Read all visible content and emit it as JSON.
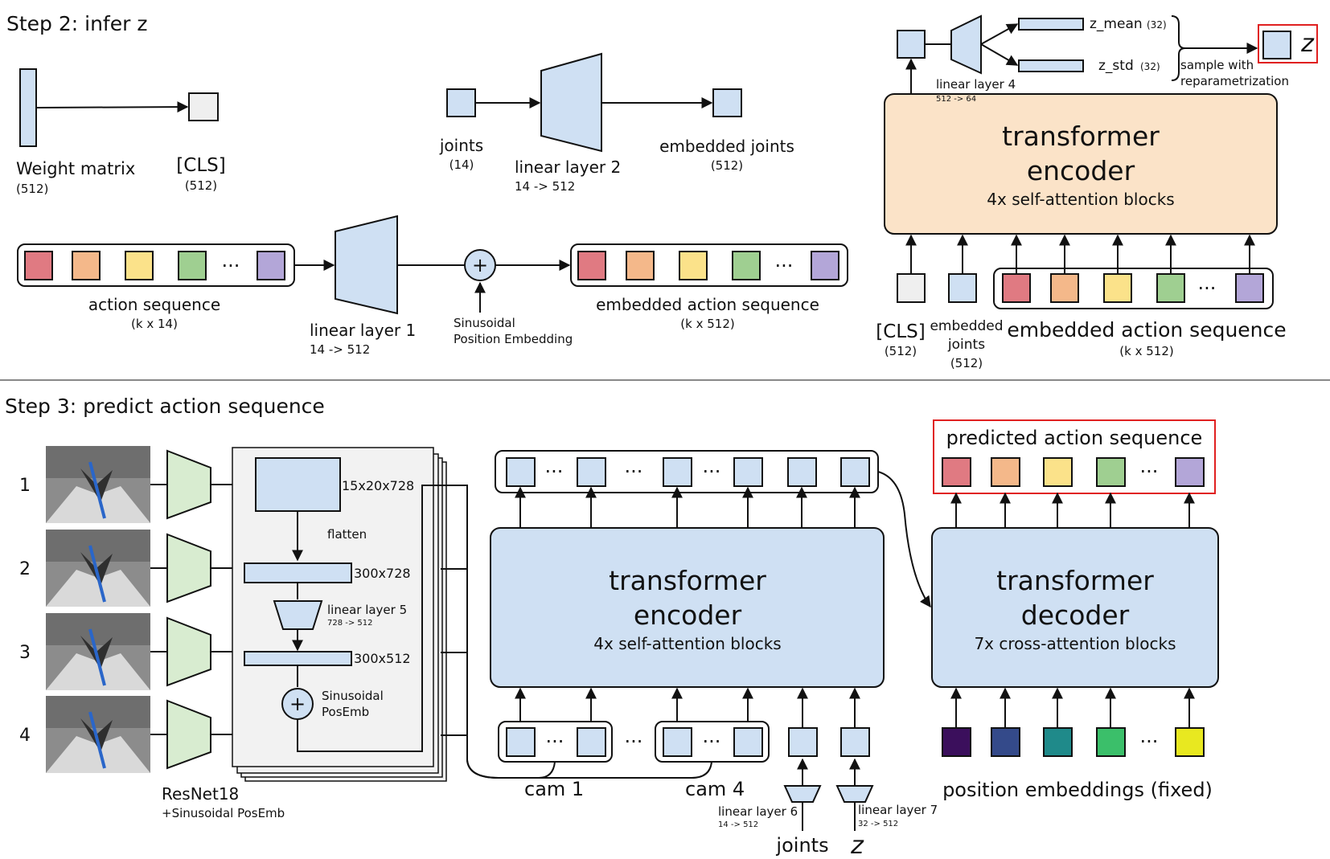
{
  "step2": {
    "title": "Step 2: infer z",
    "weight_matrix": "Weight matrix",
    "weight_dim": "(512)",
    "cls": "[CLS]",
    "cls_dim": "(512)",
    "joints": "joints",
    "joints_dim": "(14)",
    "linear2": "linear layer 2",
    "linear2_dim": "14 -> 512",
    "embedded_joints": "embedded joints",
    "embedded_joints_dim": "(512)",
    "action_sequence": "action sequence",
    "action_sequence_dim": "(k x 14)",
    "linear1": "linear layer 1",
    "linear1_dim": "14 -> 512",
    "sin_pos_1": "Sinusoidal",
    "sin_pos_2": "Position Embedding",
    "embedded_action": "embedded action sequence",
    "embedded_action_dim": "(k x 512)",
    "enc_title_1": "transformer",
    "enc_title_2": "encoder",
    "enc_sub": "4x self-attention blocks",
    "linear4": "linear layer 4",
    "linear4_dim": "512 -> 64",
    "z_mean": "z_mean",
    "z_mean_dim": "(32)",
    "z_std": "z_std",
    "z_std_dim": "(32)",
    "sample_1": "sample with",
    "sample_2": "reparametrization",
    "z": "z",
    "in_cls": "[CLS]",
    "in_cls_dim": "(512)",
    "in_emb_joints_1": "embedded",
    "in_emb_joints_2": "joints",
    "in_emb_joints_dim": "(512)",
    "in_emb_action": "embedded action sequence",
    "in_emb_action_dim": "(k x 512)",
    "dots": "···"
  },
  "step3": {
    "title": "Step 3: predict action sequence",
    "cam_nums": [
      "1",
      "2",
      "3",
      "4"
    ],
    "dim_feat": "15x20x728",
    "flatten": "flatten",
    "dim_300_728": "300x728",
    "linear5": "linear layer 5",
    "linear5_dim": "728 -> 512",
    "dim_300_512": "300x512",
    "sin_posemb_1": "Sinusoidal",
    "sin_posemb_2": "PosEmb",
    "resnet": "ResNet18",
    "resnet_sub": "+Sinusoidal PosEmb",
    "enc_title_1": "transformer",
    "enc_title_2": "encoder",
    "enc_sub": "4x self-attention blocks",
    "dec_title_1": "transformer",
    "dec_title_2": "decoder",
    "dec_sub": "7x cross-attention blocks",
    "predicted": "predicted action sequence",
    "cam1": "cam 1",
    "cam4": "cam 4",
    "linear6": "linear layer 6",
    "linear6_dim": "14 -> 512",
    "linear7": "linear layer 7",
    "linear7_dim": "32 -> 512",
    "joints": "joints",
    "z": "z",
    "pos_emb": "position embeddings (fixed)",
    "dots": "···"
  },
  "colors": {
    "block": "#cfe0f3",
    "encoder_orange": "#fbe3c8",
    "resnet_green": "#d8ecd0",
    "highlight_red": "#e02020",
    "action_tokens": [
      "#e07a82",
      "#f4b88a",
      "#fbe28a",
      "#9fcf91",
      "#b3a6d8"
    ],
    "position_tokens": [
      "#3b0f5c",
      "#344a8a",
      "#1f8a8a",
      "#3bbf6a",
      "#e8e820"
    ]
  }
}
